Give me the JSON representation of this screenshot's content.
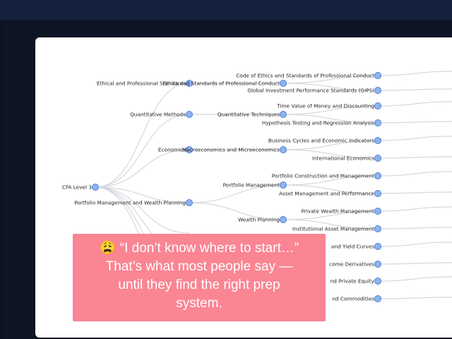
{
  "tree": {
    "root": "CFA Level 3",
    "level1": [
      "Ethical and Professional Standards",
      "Quantitative Methods",
      "Economics",
      "Portfolio Management and Wealth Planning"
    ],
    "level2": [
      "Ethics and Standards of Professional Conduct",
      "Quantitative Techniques",
      "Macroeconomics and Microeconomics",
      "Portfolio Management",
      "Wealth Planning"
    ],
    "level3": [
      "Code of Ethics and Standards of Professional Conduct",
      "Global Investment Performance Standards (GIPS)",
      "Time Value of Money and Discounting",
      "Hypothesis Testing and Regression Analysis",
      "Business Cycles and Economic Indicators",
      "International Economics",
      "Portfolio Construction and Management",
      "Asset Management and Performance",
      "Private Wealth Management",
      "Institutional Asset Management",
      "and Yield Curves",
      "come Derivatives",
      "nd Private Equity",
      "nd Commodities"
    ]
  },
  "overlay": {
    "emoji": "😩",
    "line1": "“I don’t know where to start…”",
    "line2": "That’s what most people say —",
    "line3": "until they find the right prep",
    "line4": "system."
  }
}
